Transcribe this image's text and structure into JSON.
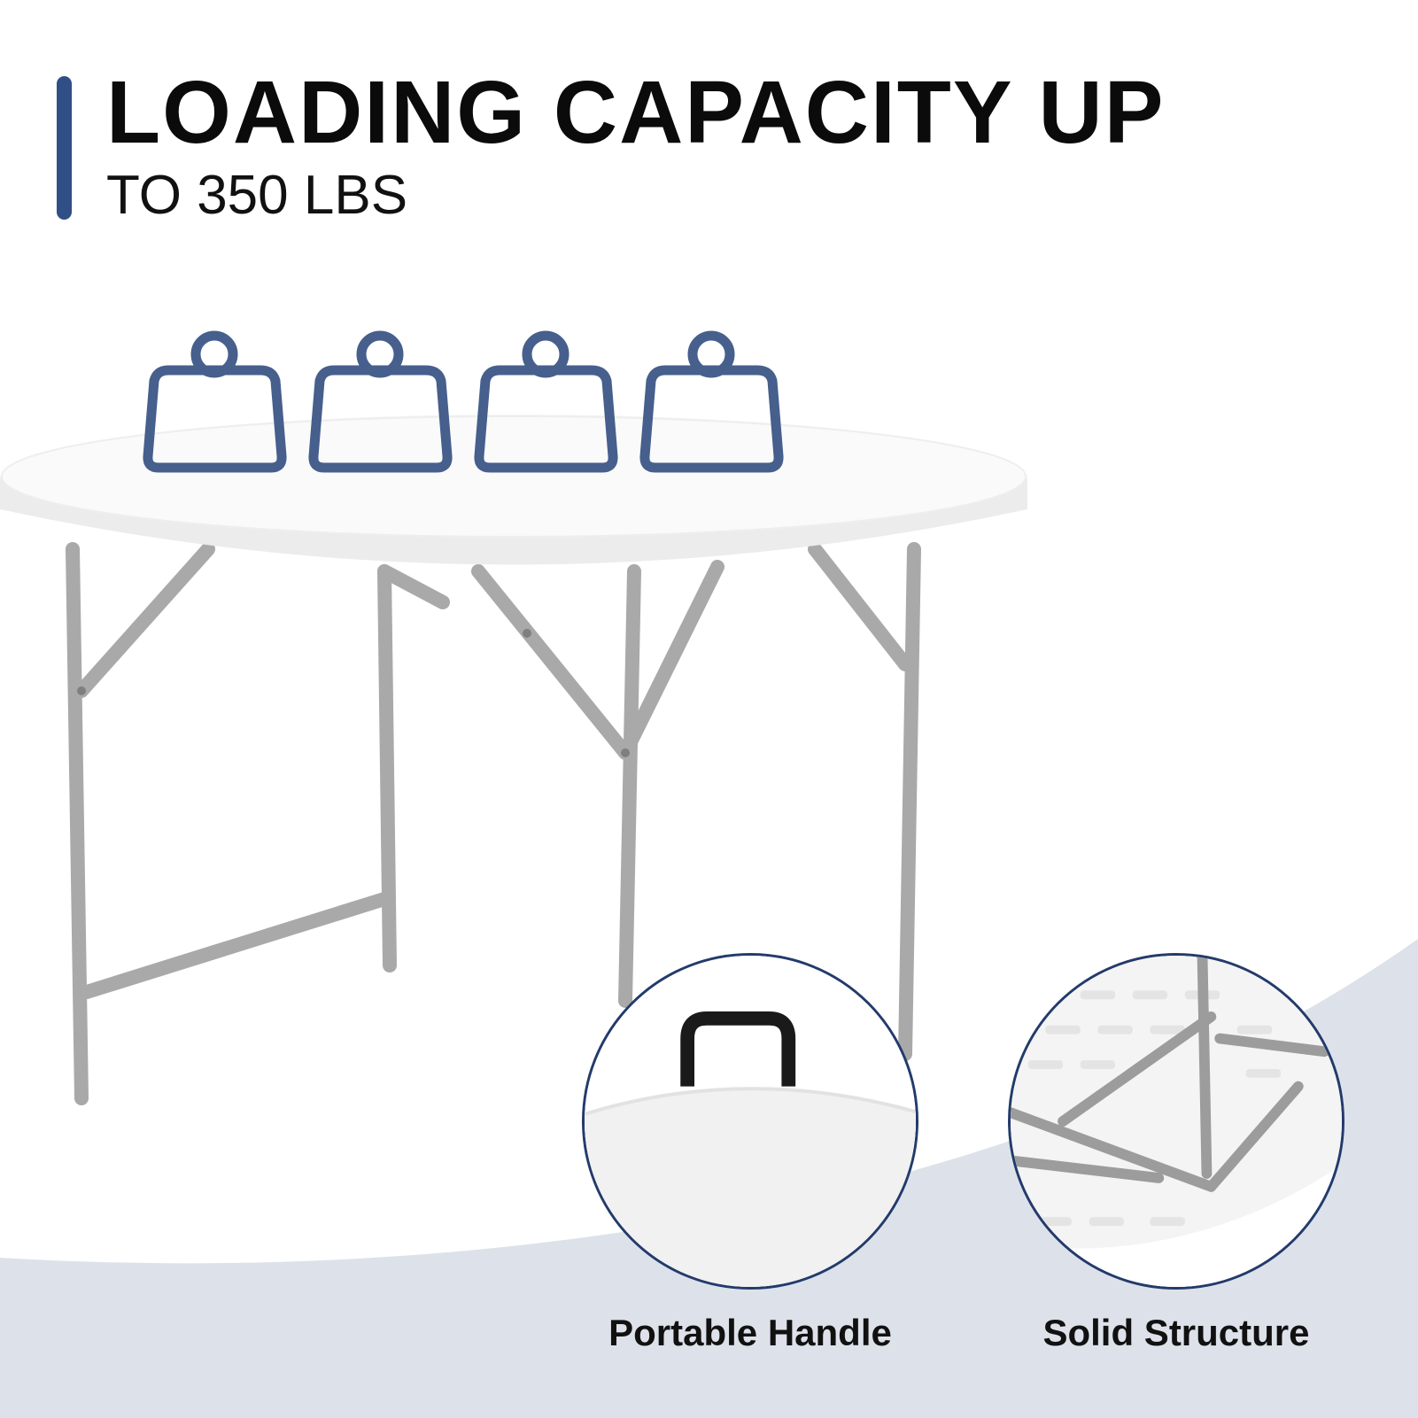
{
  "header": {
    "title": "LOADING CAPACITY UP",
    "subtitle": "TO 350 LBS"
  },
  "weights": {
    "icon": "weight-icon",
    "count": 4
  },
  "features": [
    {
      "label": "Portable Handle",
      "icon": "handle-closeup"
    },
    {
      "label": "Solid Structure",
      "icon": "structure-closeup"
    }
  ],
  "colors": {
    "accent": "#2f4f86",
    "weight_stroke": "#465f8c",
    "background_swoosh": "#dde2ea",
    "table_top": "#f5f5f5",
    "legs": "#a9a9a9"
  }
}
